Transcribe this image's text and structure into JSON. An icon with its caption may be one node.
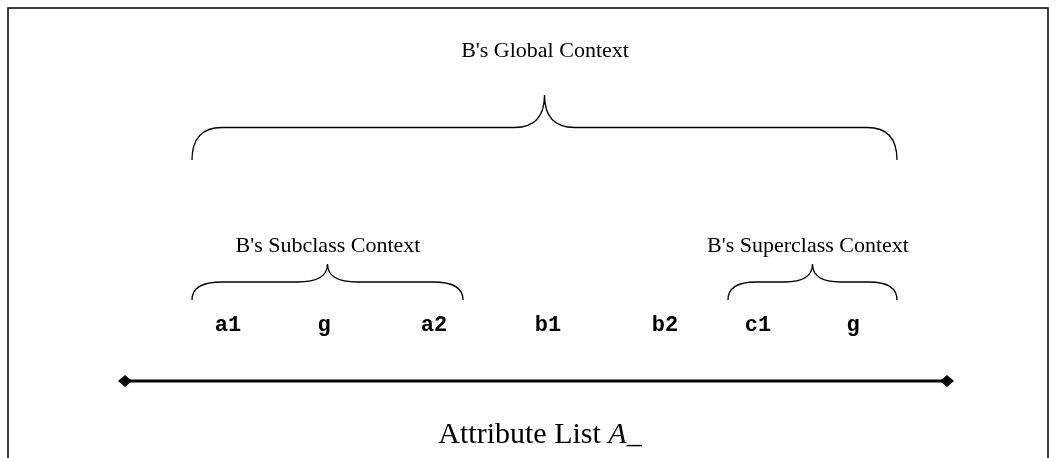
{
  "diagram": {
    "labels": [
      "B's Global Context",
      "B's Subclass Context",
      "B's Superclass Context",
      "a1",
      "g",
      "a2",
      "b1",
      "b2",
      "c1",
      "g",
      "Attribute List *A_*"
    ]
  }
}
